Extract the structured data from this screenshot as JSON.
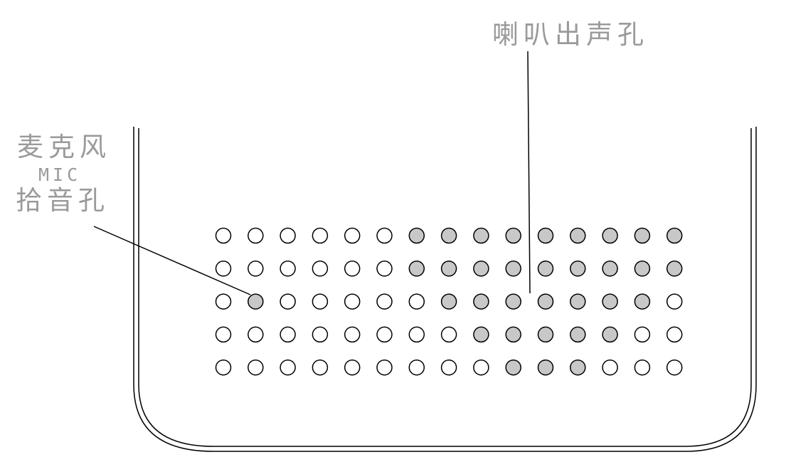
{
  "labels": {
    "speaker": "喇叭出声孔",
    "mic_cn": "麦克风",
    "mic_en": "MIC",
    "mic_sub": "拾音孔"
  },
  "colors": {
    "outline": "#000000",
    "hole_filled": "#c8c8c8",
    "hole_empty": "#ffffff",
    "label_text": "#9a9a9a"
  },
  "hole_grid": {
    "rows": 5,
    "cols": 15,
    "filled": [
      [
        0,
        0,
        0,
        0,
        0,
        0,
        1,
        1,
        1,
        1,
        1,
        1,
        1,
        1,
        1
      ],
      [
        0,
        0,
        0,
        0,
        0,
        0,
        1,
        1,
        1,
        1,
        1,
        1,
        1,
        1,
        1
      ],
      [
        0,
        1,
        0,
        0,
        0,
        0,
        0,
        1,
        1,
        1,
        1,
        1,
        1,
        1,
        0
      ],
      [
        0,
        0,
        0,
        0,
        0,
        0,
        0,
        0,
        1,
        1,
        1,
        1,
        1,
        0,
        0
      ],
      [
        0,
        0,
        0,
        0,
        0,
        0,
        0,
        0,
        0,
        1,
        1,
        1,
        0,
        0,
        0
      ]
    ]
  }
}
